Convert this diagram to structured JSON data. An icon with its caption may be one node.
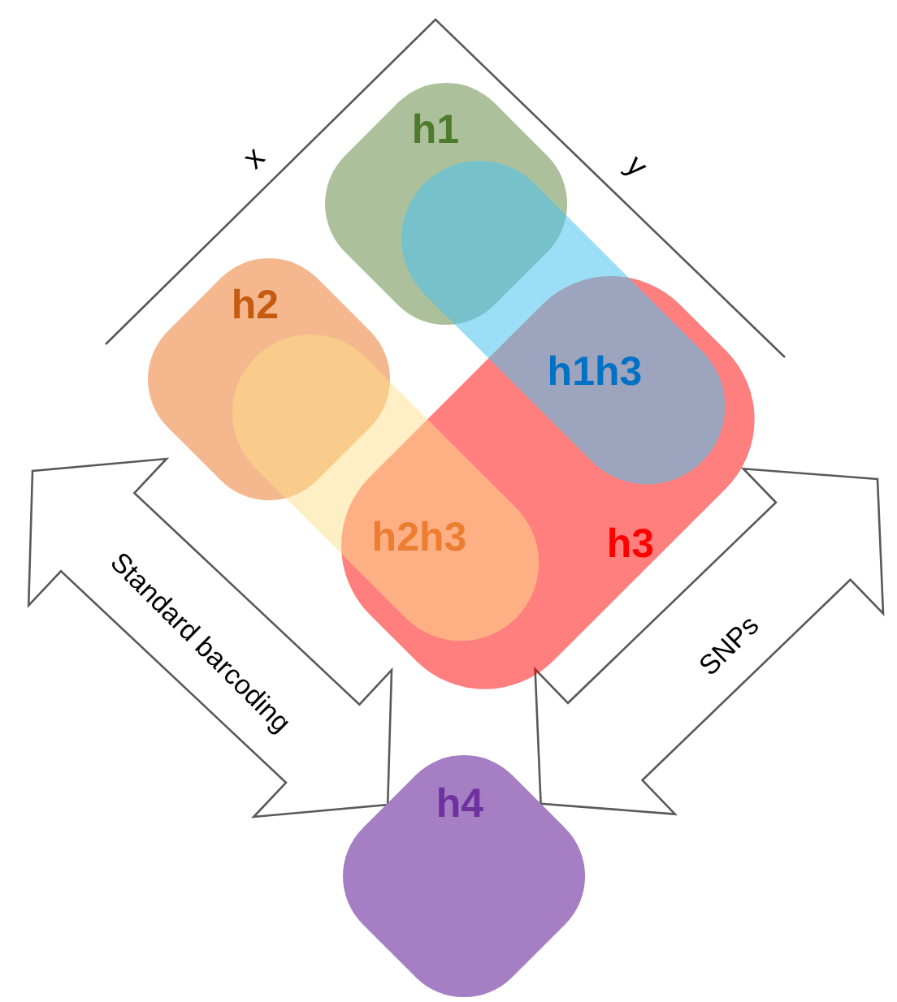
{
  "diagram": {
    "nodes": [
      {
        "text": [
          "h1"
        ]
      },
      {
        "text": [
          "h2"
        ]
      },
      {
        "text": [
          "h1h3"
        ]
      },
      {
        "text": [
          "h3"
        ]
      },
      {
        "text": [
          "h2h3"
        ]
      },
      {
        "text": [
          "h4"
        ]
      }
    ],
    "edges": [
      {
        "from": null,
        "to": 5,
        "arrow": "both",
        "label": "Standard barcoding"
      },
      {
        "from": null,
        "to": 5,
        "arrow": "both",
        "label": "SNPs"
      }
    ],
    "labels": [
      "x",
      "y"
    ]
  }
}
